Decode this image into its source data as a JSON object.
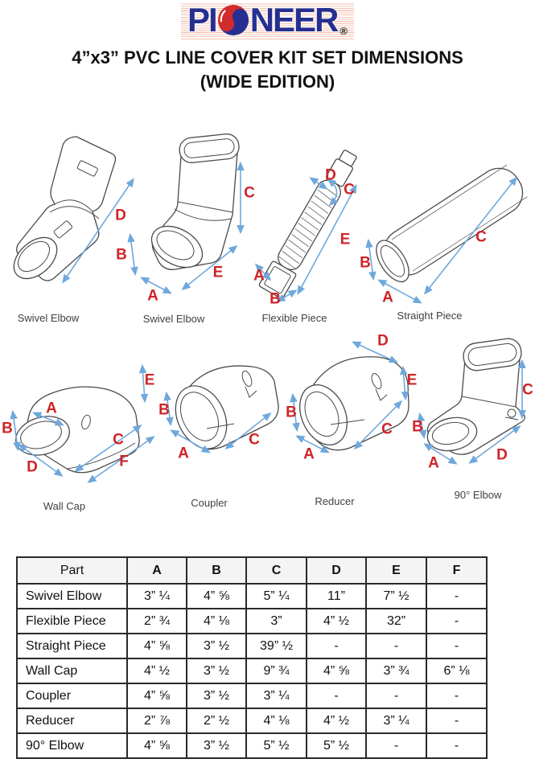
{
  "logo": {
    "brand": "PIONEER",
    "part1": "PI",
    "part2": "NEER",
    "registered": "®"
  },
  "title": {
    "line1": "4”x3” PVC LINE COVER KIT SET DIMENSIONS",
    "line2": "(WIDE EDITION)"
  },
  "colors": {
    "dimension_letter_red": "#cf2428",
    "arrow_blue": "#6fa8dc",
    "logo_navy": "#262f8f",
    "logo_red": "#d22b2b",
    "stripe_pink": "#f2c2b0",
    "caption_gray": "#404040",
    "table_header_bg": "#f4f4f4"
  },
  "diagrams": [
    {
      "caption": "Swivel Elbow",
      "labels": [
        "D",
        "B"
      ]
    },
    {
      "caption": "Swivel Elbow",
      "labels": [
        "C",
        "E",
        "A"
      ]
    },
    {
      "caption": "Flexible Piece",
      "labels": [
        "D",
        "C",
        "E",
        "A",
        "B"
      ]
    },
    {
      "caption": "Straight Piece",
      "labels": [
        "B",
        "A",
        "C"
      ]
    },
    {
      "caption": "Wall Cap",
      "labels": [
        "A",
        "B",
        "D",
        "E",
        "C",
        "F"
      ]
    },
    {
      "caption": "Coupler",
      "labels": [
        "B",
        "A",
        "C"
      ]
    },
    {
      "caption": "Reducer",
      "labels": [
        "D",
        "E",
        "B",
        "A",
        "C"
      ]
    },
    {
      "caption": "90° Elbow",
      "labels": [
        "B",
        "A",
        "C",
        "D"
      ]
    }
  ],
  "table": {
    "headers": [
      "Part",
      "A",
      "B",
      "C",
      "D",
      "E",
      "F"
    ],
    "rows": [
      [
        "Swivel Elbow",
        "3” ¼",
        "4” ⅝",
        "5” ¼",
        "11”",
        "7” ½",
        "-"
      ],
      [
        "Flexible Piece",
        "2” ¾",
        "4” ⅛",
        "3”",
        "4” ½",
        "32”",
        "-"
      ],
      [
        "Straight Piece",
        "4” ⅝",
        "3” ½",
        "39” ½",
        "-",
        "-",
        "-"
      ],
      [
        "Wall Cap",
        "4” ½",
        "3” ½",
        "9” ¾",
        "4” ⅝",
        "3” ¾",
        "6” ⅛"
      ],
      [
        "Coupler",
        "4” ⅝",
        "3” ½",
        "3” ¼",
        "-",
        "-",
        "-"
      ],
      [
        "Reducer",
        "2” ⅞",
        "2” ½",
        "4” ⅛",
        "4” ½",
        "3” ¼",
        "-"
      ],
      [
        "90° Elbow",
        "4” ⅝",
        "3” ½",
        "5” ½",
        "5” ½",
        "-",
        "-"
      ]
    ]
  }
}
